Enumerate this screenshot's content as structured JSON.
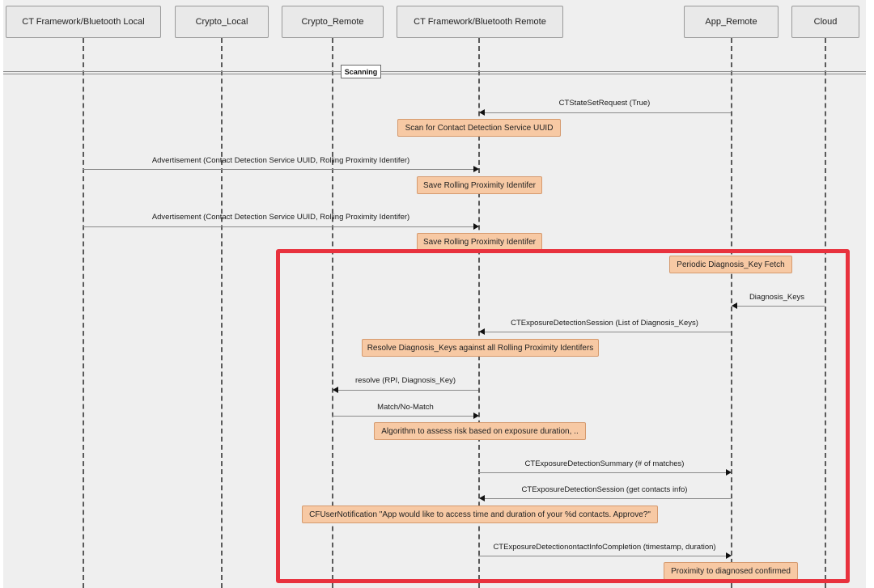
{
  "participants": [
    "CT Framework/Bluetooth Local",
    "Crypto_Local",
    "Crypto_Remote",
    "CT Framework/Bluetooth Remote",
    "App_Remote",
    "Cloud"
  ],
  "section": "Scanning",
  "messages": {
    "ct_state_set_request": "CTStateSetRequest (True)",
    "advertisement_1": "Advertisement (Contact Detection Service UUID, Rolling Proximity Identifer)",
    "advertisement_2": "Advertisement (Contact Detection Service UUID, Rolling Proximity Identifer)",
    "diagnosis_keys": "Diagnosis_Keys",
    "exposure_session_list": "CTExposureDetectionSession (List of Diagnosis_Keys)",
    "resolve_rpi": "resolve (RPI, Diagnosis_Key)",
    "match": "Match/No-Match",
    "exposure_summary": "CTExposureDetectionSummary (# of matches)",
    "exposure_session_contacts": "CTExposureDetectionSession (get contacts info)",
    "contact_info_completion": "CTExposureDetectionontactInfoCompletion (timestamp, duration)"
  },
  "notes": {
    "scan": "Scan for Contact Detection Service UUID",
    "save_1": "Save Rolling Proximity Identifer",
    "save_2": "Save Rolling Proximity Identifer",
    "periodic_fetch": "Periodic Diagnosis_Key Fetch",
    "resolve_keys": "Resolve Diagnosis_Keys against all Rolling Proximity Identifers",
    "algorithm": "Algorithm to assess risk based on exposure duration, ..",
    "user_notification": "CFUserNotification \"App would like to access time and duration of your %d contacts. Approve?\"",
    "proximity_confirmed": "Proximity to diagnosed confirmed"
  },
  "colors": {
    "note_fill": "#f7c9a4",
    "highlight": "#e8323e",
    "participant_fill": "#e9e9e9"
  }
}
